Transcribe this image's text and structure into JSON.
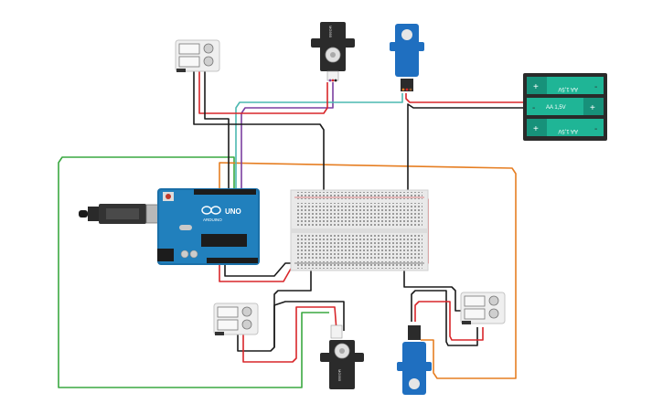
{
  "arduino": {
    "brand": "ARDUINO",
    "model": "UNO",
    "icon": "infinity-logo-icon"
  },
  "battery": {
    "cell_label": "AA 1,5V",
    "plus": "+",
    "minus": "-"
  },
  "servo_black": {
    "label": "MG995"
  },
  "wire_colors": {
    "red": "#d8262a",
    "black": "#1b1b1b",
    "green": "#3aa840",
    "orange": "#e67e22",
    "purple": "#7b3fa0",
    "teal": "#4cb8b0"
  }
}
